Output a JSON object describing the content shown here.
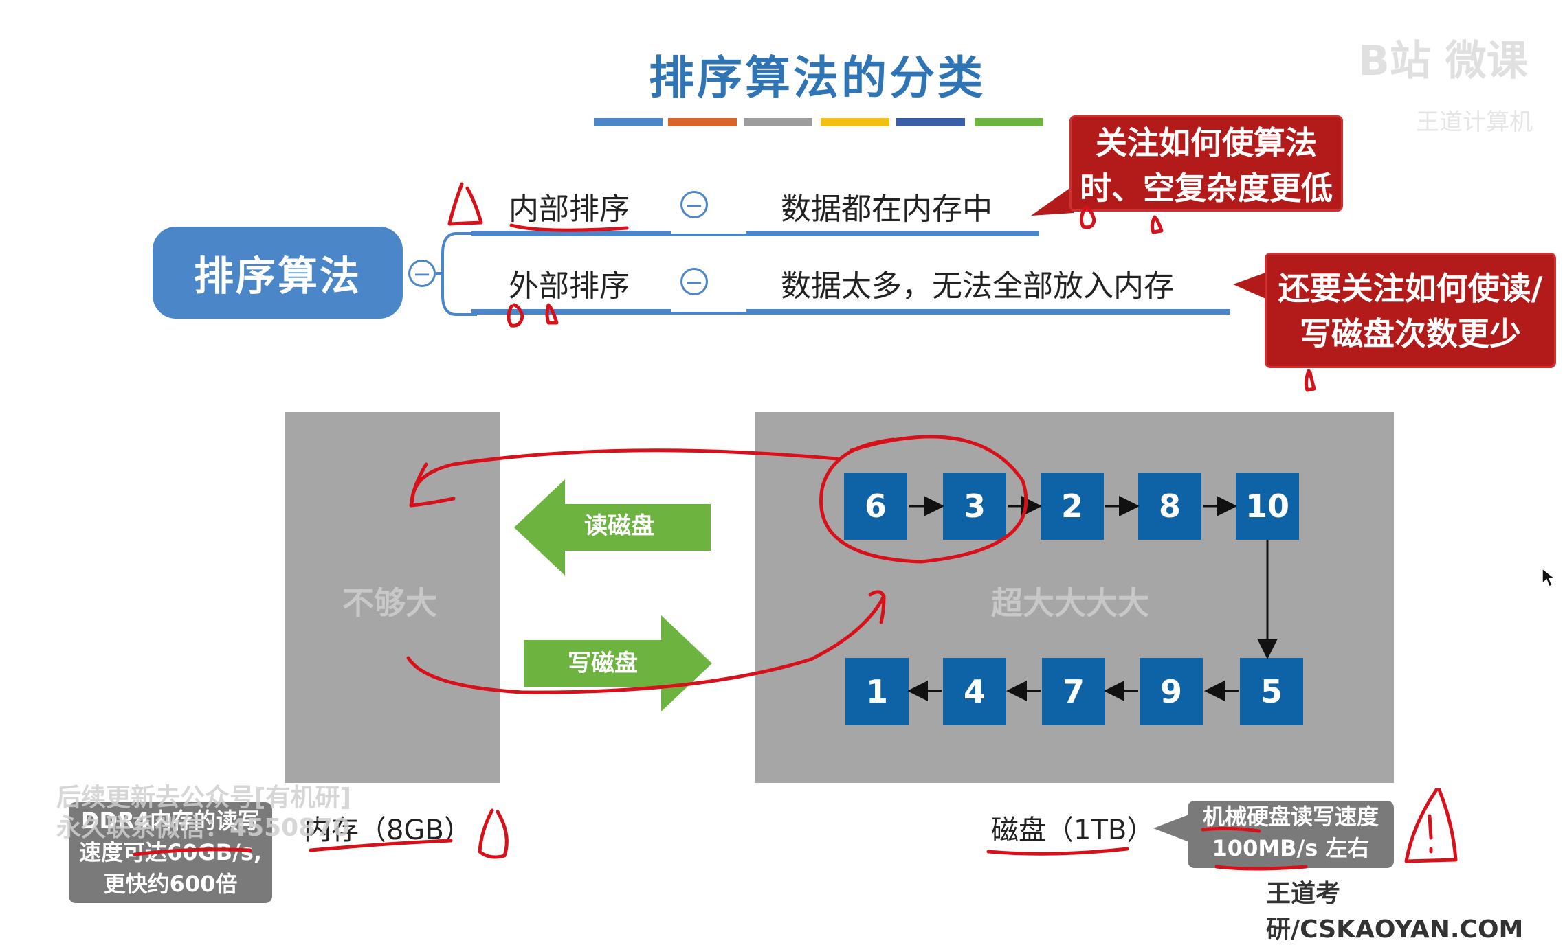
{
  "title": "排序算法的分类",
  "stripe_colors": [
    "#4a86c8",
    "#d9642a",
    "#9c9c9c",
    "#f2c012",
    "#3a5ea8",
    "#6cb33f"
  ],
  "mindmap": {
    "root": "排序算法",
    "branches": [
      {
        "name": "内部排序",
        "desc": "数据都在内存中"
      },
      {
        "name": "外部排序",
        "desc": "数据太多，无法全部放入内存"
      }
    ],
    "collapse_symbol": "−"
  },
  "callouts": {
    "internal": [
      "关注如何使算法",
      "时、空复杂度更低"
    ],
    "external": [
      "还要关注如何使读/",
      "写磁盘次数更少"
    ]
  },
  "memory_block": {
    "label": "不够大",
    "caption": "内存（8GB）"
  },
  "disk_block": {
    "label": "超大大大大",
    "caption": "磁盘（1TB）"
  },
  "arrows": {
    "read": "读磁盘",
    "write": "写磁盘"
  },
  "disk_cells_top": [
    "6",
    "3",
    "2",
    "8",
    "10"
  ],
  "disk_cells_bottom": [
    "1",
    "4",
    "7",
    "9",
    "5"
  ],
  "notes": {
    "memory": [
      "DDR4内存的读写",
      "速度可达60GB/s,",
      "更快约600倍"
    ],
    "disk": [
      "机械硬盘读写速度",
      "100MB/s 左右"
    ]
  },
  "watermarks": {
    "left_line1": "后续更新去公众号[有机研]",
    "left_line2": "永久联系微信：4550870",
    "brand": "王道考研/CSKAOYAN.COM",
    "logo": "B站 微课",
    "logo_sub": "王道计算机"
  },
  "colors": {
    "accent": "#2f74b5",
    "node_blue": "#4a86c8",
    "cell_blue": "#0e63a6",
    "callout_red": "#b31b1b",
    "arrow_green": "#6cb33f",
    "ink_red": "#d8101a"
  }
}
